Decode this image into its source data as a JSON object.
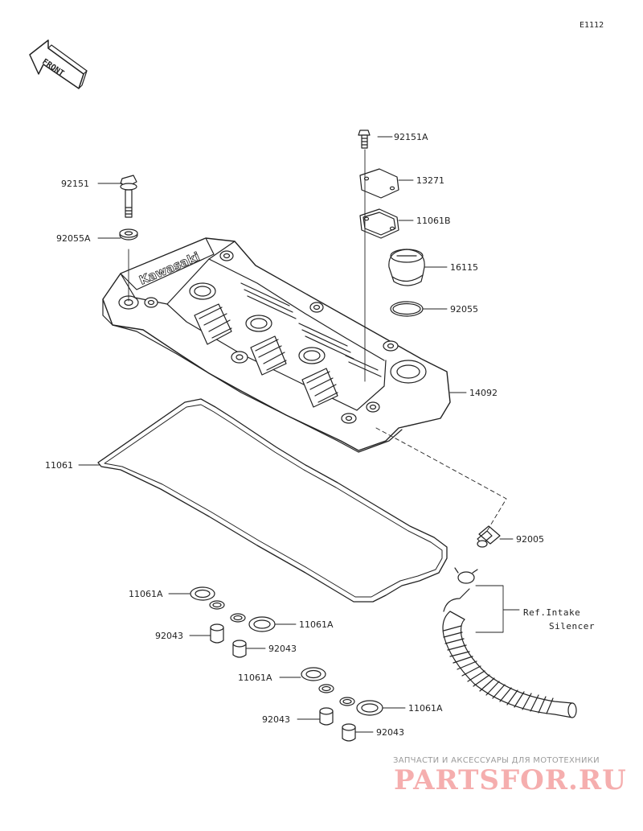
{
  "diagram_code": "E1112",
  "front_label": "FRONT",
  "parts": [
    {
      "id": "p-92151A",
      "label": "92151A"
    },
    {
      "id": "p-13271",
      "label": "13271"
    },
    {
      "id": "p-11061B",
      "label": "11061B"
    },
    {
      "id": "p-16115",
      "label": "16115"
    },
    {
      "id": "p-92055",
      "label": "92055"
    },
    {
      "id": "p-14092",
      "label": "14092"
    },
    {
      "id": "p-92151",
      "label": "92151"
    },
    {
      "id": "p-92055A",
      "label": "92055A"
    },
    {
      "id": "p-11061",
      "label": "11061"
    },
    {
      "id": "p-92005",
      "label": "92005"
    },
    {
      "id": "p-11061A-1",
      "label": "11061A"
    },
    {
      "id": "p-92043-1",
      "label": "92043"
    },
    {
      "id": "p-11061A-2",
      "label": "11061A"
    },
    {
      "id": "p-92043-2",
      "label": "92043"
    },
    {
      "id": "p-11061A-3",
      "label": "11061A"
    },
    {
      "id": "p-92043-3",
      "label": "92043"
    },
    {
      "id": "p-11061A-4",
      "label": "11061A"
    },
    {
      "id": "p-92043-4",
      "label": "92043"
    }
  ],
  "reference_note": {
    "line1": "Ref.Intake",
    "line2": "Silencer"
  },
  "cover_brand": "Kawasaki",
  "watermark": {
    "tagline": "ЗАПЧАСТИ И АКСЕССУАРЫ ДЛЯ МОТОТЕХНИКИ",
    "site": "PARTSFOR.RU"
  }
}
